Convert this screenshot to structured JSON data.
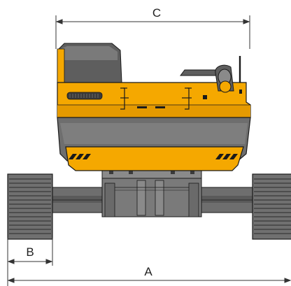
{
  "dimensions": {
    "a": "A",
    "b": "B",
    "c": "C"
  },
  "colors": {
    "body_yellow": "#F5A800",
    "body_yellow_dark": "#D98F00",
    "grey": "#6E6E6E",
    "grey_dark": "#4D4D4D",
    "grey_light": "#9A9A9A",
    "outline": "#1A1A1A",
    "dimension_line": "#333333"
  }
}
